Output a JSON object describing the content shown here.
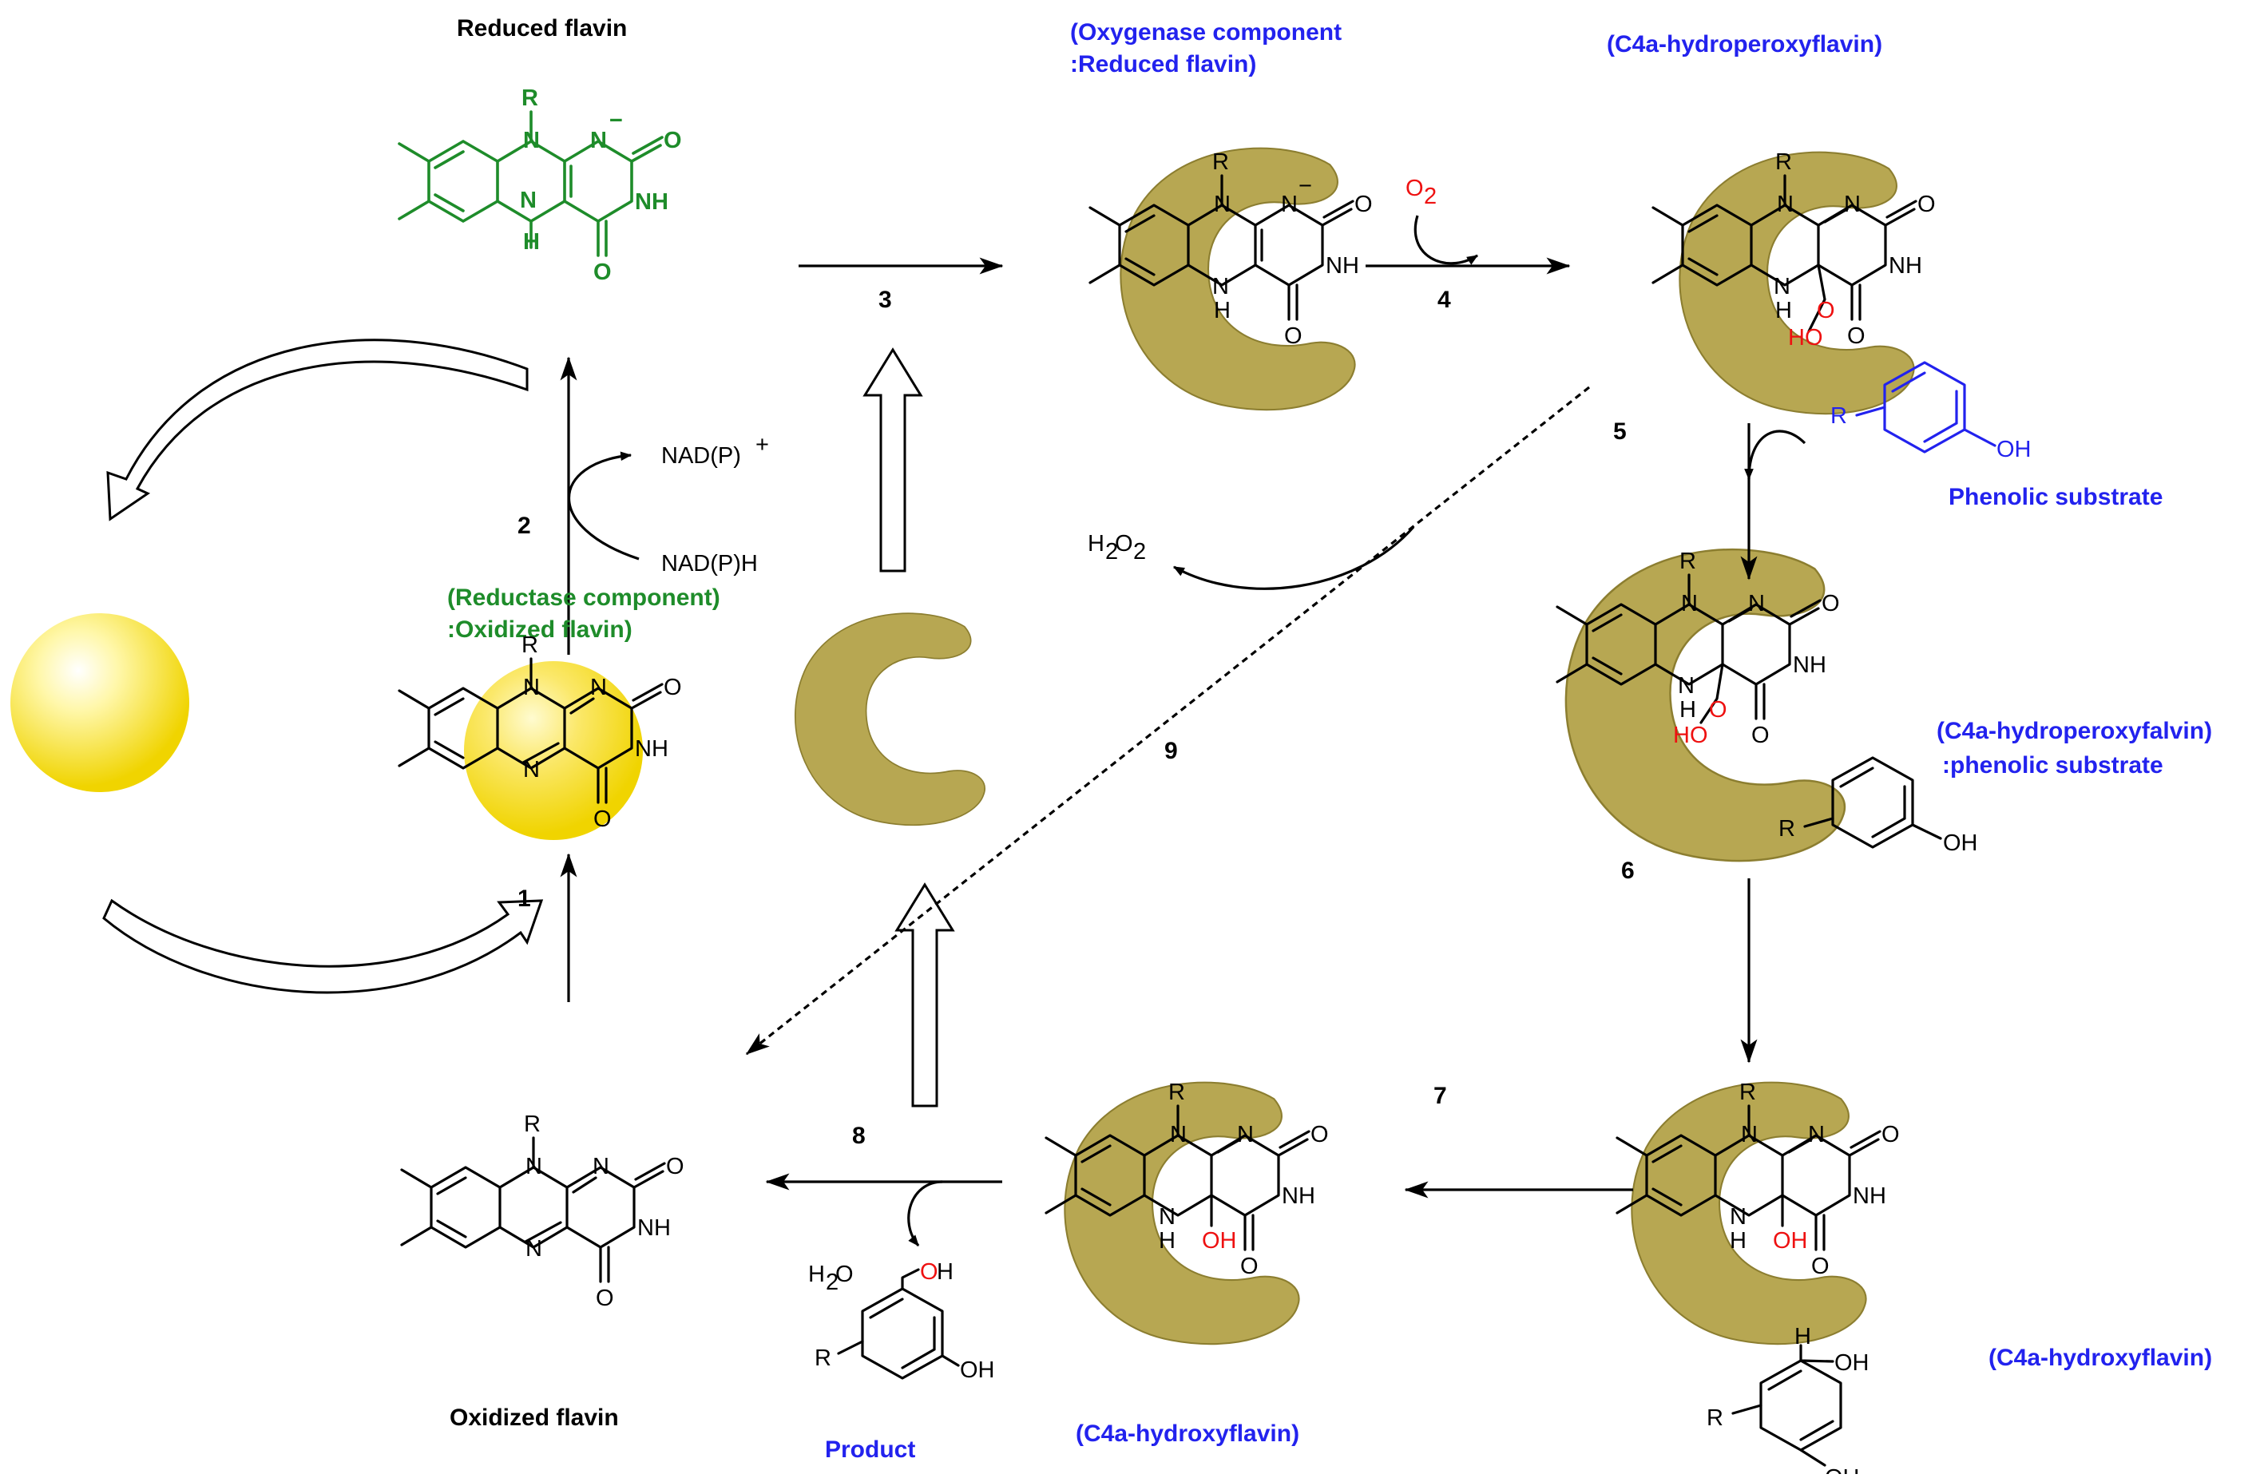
{
  "labels": {
    "reduced_flavin": "Reduced flavin",
    "oxygenase_line1": "(Oxygenase component",
    "oxygenase_line2": ":Reduced flavin)",
    "c4a_hydroperoxy": "(C4a-hydroperoxyflavin)",
    "phenolic_substrate": "Phenolic substrate",
    "reductase_line1": "(Reductase component)",
    "reductase_line2": ":Oxidized flavin)",
    "hydroperoxy_complex_line1": "(C4a-hydroperoxyfalvin)",
    "hydroperoxy_complex_line2": ":phenolic substrate",
    "c4a_hydroxy_right": "(C4a-hydroxyflavin)",
    "c4a_hydroxy_bottom": "(C4a-hydroxyflavin)",
    "oxidized_flavin": "Oxidized flavin",
    "product": "Product"
  },
  "reagents": {
    "nadp_plus": "NAD(P)",
    "nadp_plus_sup": "+",
    "nadph": "NAD(P)H",
    "o2": "O",
    "o2_sub": "2",
    "h2o2_h": "H",
    "h2o2_sub": "2",
    "h2o2_o": "O",
    "h2o2_sub2": "2",
    "h2o_h": "H",
    "h2o_sub": "2",
    "h2o_o": "O"
  },
  "steps": [
    "1",
    "2",
    "3",
    "4",
    "5",
    "6",
    "7",
    "8",
    "9"
  ],
  "atoms": {
    "R": "R",
    "N": "N",
    "NH": "NH",
    "H": "H",
    "O": "O",
    "OH": "OH",
    "HO": "HO",
    "minus": "−"
  },
  "colors": {
    "green": "#1e8c2a",
    "blue": "#2222ee",
    "red": "#ee1111",
    "enzyme": "#b7a752",
    "enzyme_stroke": "#8c7e30",
    "flavin_sphere": "#f3dc10"
  }
}
